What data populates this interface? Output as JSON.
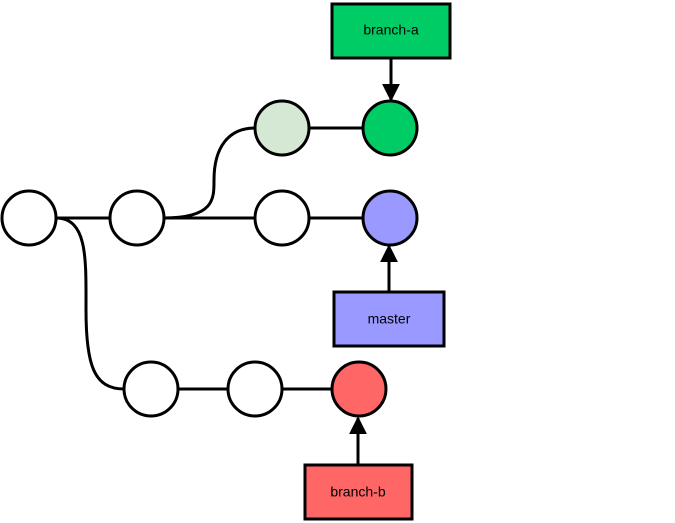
{
  "diagram": {
    "commits": [
      {
        "id": "c0",
        "color": "#ffffff"
      },
      {
        "id": "c1",
        "color": "#ffffff"
      },
      {
        "id": "a1",
        "color": "#d5e8d4"
      },
      {
        "id": "a2",
        "color": "#00cc66"
      },
      {
        "id": "m1",
        "color": "#ffffff"
      },
      {
        "id": "m2",
        "color": "#9999ff"
      },
      {
        "id": "b1",
        "color": "#ffffff"
      },
      {
        "id": "b2",
        "color": "#ffffff"
      },
      {
        "id": "b3",
        "color": "#ff6666"
      }
    ],
    "edges": [
      {
        "from": "c0",
        "to": "c1"
      },
      {
        "from": "c1",
        "to": "a1"
      },
      {
        "from": "a1",
        "to": "a2"
      },
      {
        "from": "c1",
        "to": "m1"
      },
      {
        "from": "m1",
        "to": "m2"
      },
      {
        "from": "c0",
        "to": "b1"
      },
      {
        "from": "b1",
        "to": "b2"
      },
      {
        "from": "b2",
        "to": "b3"
      }
    ],
    "branches": [
      {
        "label": "branch-a",
        "color": "#00cc66",
        "points_to": "a2"
      },
      {
        "label": "master",
        "color": "#9999ff",
        "points_to": "m2"
      },
      {
        "label": "branch-b",
        "color": "#ff6666",
        "points_to": "b3"
      }
    ]
  }
}
